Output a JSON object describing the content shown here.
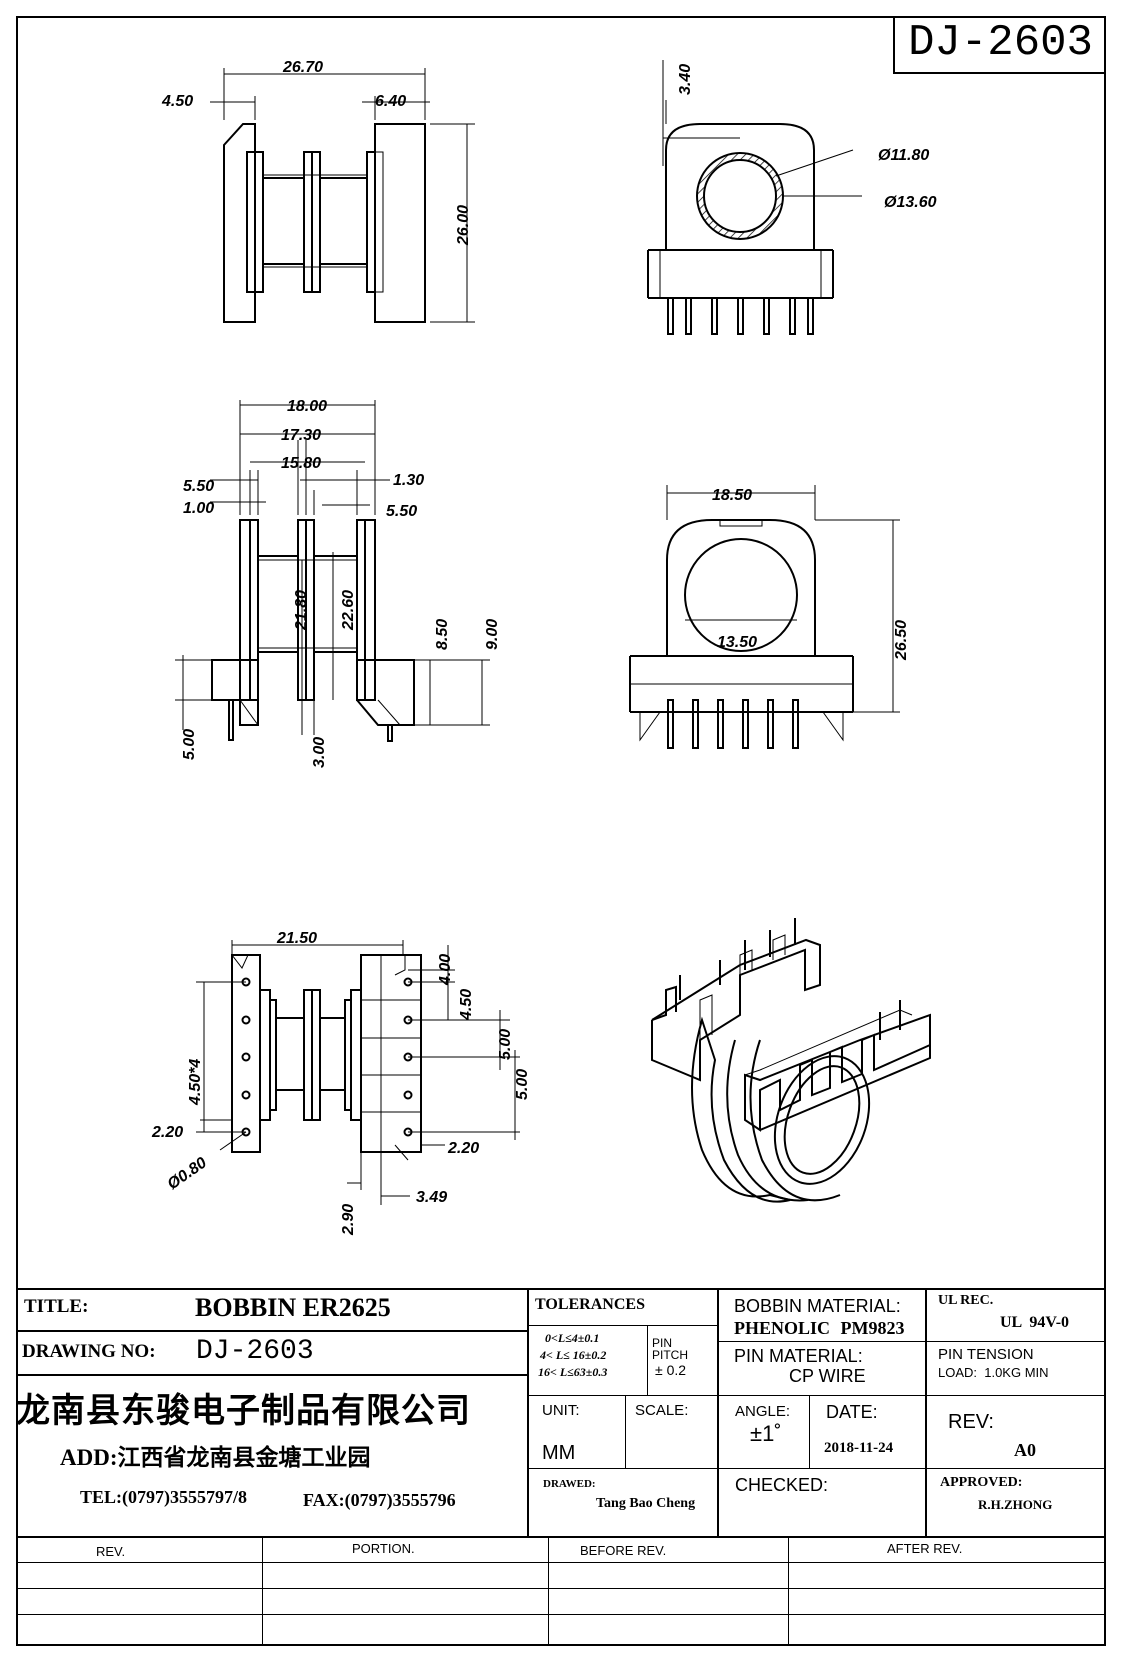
{
  "drawing_number_box": "DJ-2603",
  "dimensions": {
    "top_left": [
      "26.70",
      "4.50",
      "6.40",
      "26.00"
    ],
    "top_right": [
      "3.40",
      "Ø11.80",
      "Ø13.60"
    ],
    "mid_left": [
      "18.00",
      "17.30",
      "15.80",
      "5.50",
      "1.30",
      "1.00",
      "5.50",
      "21.80",
      "22.60",
      "8.50",
      "9.00",
      "5.00",
      "3.00"
    ],
    "mid_right": [
      "18.50",
      "13.50",
      "26.50"
    ],
    "bottom_left": [
      "21.50",
      "4.00",
      "4.50",
      "5.00",
      "5.00",
      "4.50*4",
      "2.20",
      "2.20",
      "Ø0.80",
      "2.90",
      "3.49"
    ]
  },
  "title_block": {
    "title_label": "TITLE:",
    "title_value": "BOBBIN ER2625",
    "drawing_no_label": "DRAWING NO:",
    "drawing_no_value": "DJ-2603",
    "company": "龙南县东骏电子制品有限公司",
    "address": "ADD:江西省龙南县金塘工业园",
    "tel": "TEL:(0797)3555797/8",
    "fax": "FAX:(0797)3555796",
    "tolerances_label": "TOLERANCES",
    "tolerance_lines": [
      "0<L≤4±0.1",
      "4< L≤ 16±0.2",
      "16< L≤63±0.3"
    ],
    "pin_pitch_label": "PIN\nPITCH",
    "pin_pitch_value": "± 0.2",
    "unit_label": "UNIT:",
    "unit_value": "MM",
    "scale_label": "SCALE:",
    "drawed_label": "DRAWED:",
    "drawed_value": "Tang Bao Cheng",
    "bobbin_material_label": "BOBBIN MATERIAL:",
    "bobbin_material_value": "PHENOLIC  PM9823",
    "pin_material_label": "PIN MATERIAL:",
    "pin_material_value": "CP WIRE",
    "angle_label": "ANGLE:",
    "angle_value": "±1˚",
    "date_label": "DATE:",
    "date_value": "2018-11-24",
    "checked_label": "CHECKED:",
    "ul_rec_label": "UL REC.",
    "ul_rec_value": "UL  94V-0",
    "pin_tension_label": "PIN TENSION",
    "pin_tension_load": "LOAD:  1.0KG MIN",
    "rev_label": "REV:",
    "rev_value": "A0",
    "approved_label": "APPROVED:",
    "approved_value": "R.H.ZHONG"
  },
  "revision_table": {
    "headers": [
      "REV.",
      "PORTION.",
      "BEFORE REV.",
      "AFTER REV."
    ]
  }
}
